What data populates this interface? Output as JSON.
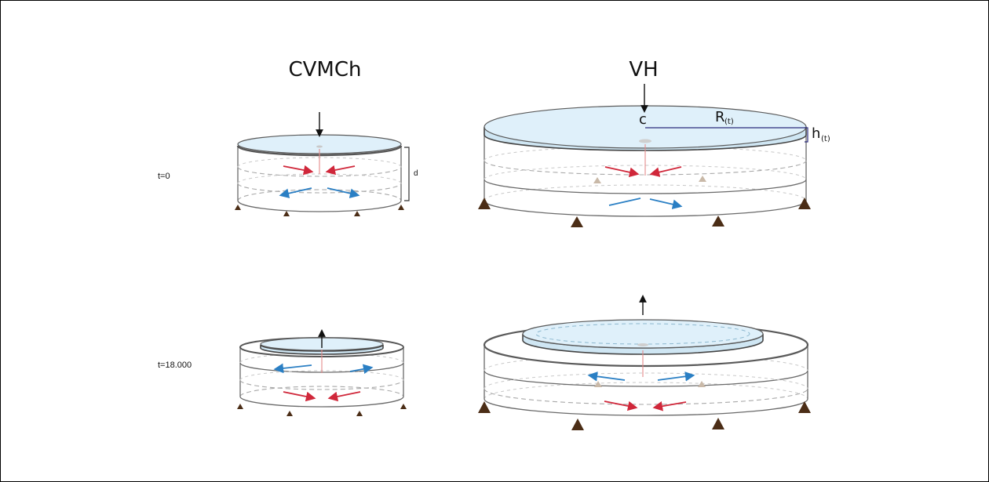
{
  "columns": {
    "left_title": "CVMCh",
    "right_title": "VH"
  },
  "rows": {
    "top_label": "t=0",
    "bottom_label": "t=18.000"
  },
  "annotations": {
    "depth": "d",
    "center": "c",
    "radius": "R",
    "radius_sub": "(t)",
    "height": "h",
    "height_sub": "(t)"
  },
  "colors": {
    "inflow_arrow": "#d0273a",
    "outflow_arrow": "#2a7fc4",
    "disc_fill": "#dff0fa",
    "foot": "#4b2d16"
  }
}
